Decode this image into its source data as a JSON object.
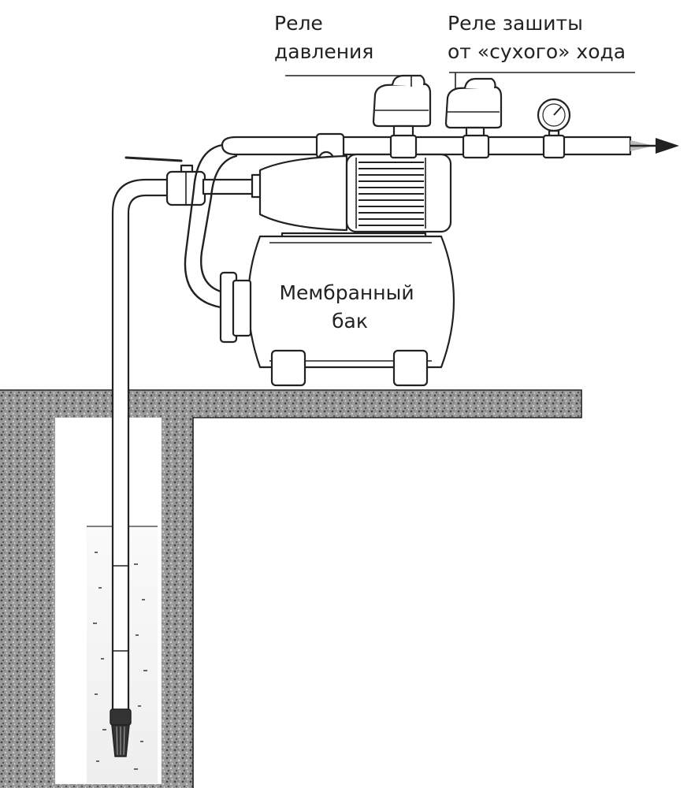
{
  "diagram": {
    "labels": {
      "pressure_relay_line1": "Реле",
      "pressure_relay_line2": "давления",
      "dry_run_relay_line1": "Реле зашиты",
      "dry_run_relay_line2": "от «сухого» хода",
      "membrane_tank_line1": "Мембранный",
      "membrane_tank_line2": "бак"
    }
  }
}
